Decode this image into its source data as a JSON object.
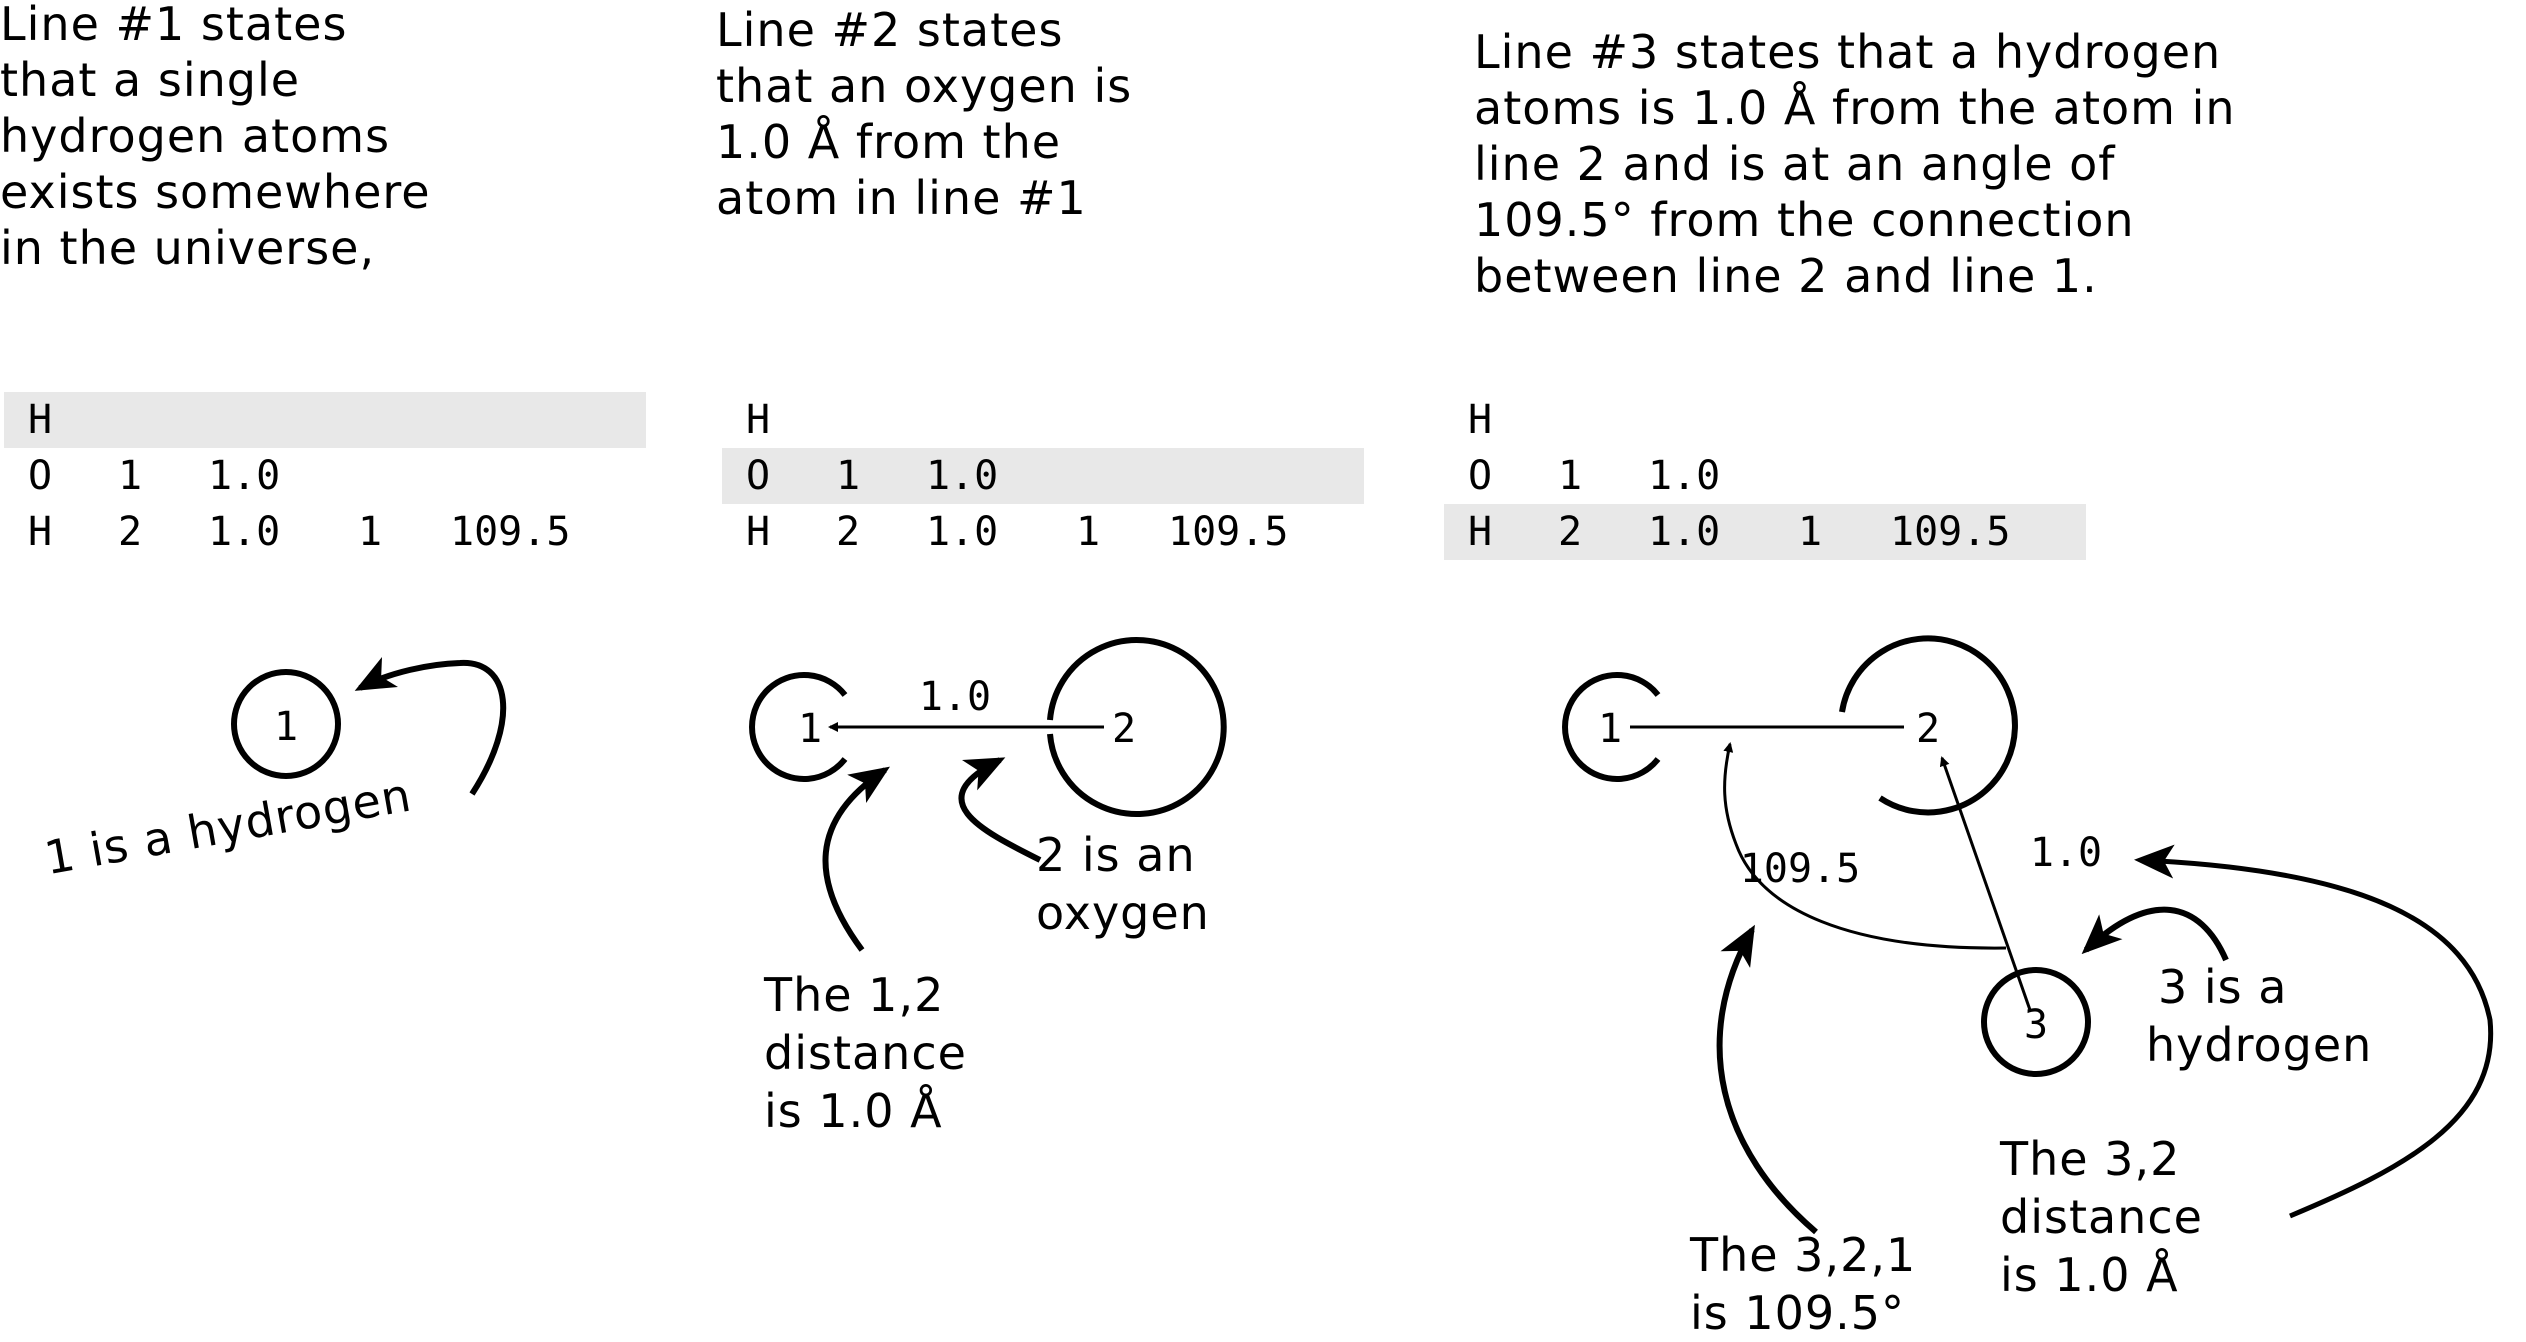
{
  "captions": [
    {
      "lines": [
        "Line #1 states",
        "that a single",
        "hydrogen atoms",
        "exists somewhere",
        "in the universe,"
      ]
    },
    {
      "lines": [
        "Line #2 states",
        "that an oxygen is",
        "1.0 Å from the",
        "atom in line #1"
      ]
    },
    {
      "lines": [
        "Line #3 states that a hydrogen",
        "atoms is 1.0 Å from the atom in",
        "line 2 and is at an angle of",
        "109.5° from the connection",
        "between line 2 and line 1."
      ]
    }
  ],
  "zmatrix": {
    "rows": [
      [
        "H",
        "",
        "",
        "",
        ""
      ],
      [
        "O",
        "1",
        "1.0",
        "",
        ""
      ],
      [
        "H",
        "2",
        "1.0",
        "1",
        "109.5"
      ]
    ],
    "highlighted_row_per_panel": [
      0,
      1,
      2
    ]
  },
  "diagram1": {
    "atom": "1",
    "label": [
      "1 is a hydrogen"
    ]
  },
  "diagram2": {
    "atom1": "1",
    "atom2": "2",
    "distance": "1.0",
    "label_oxygen": [
      "2 is an",
      "oxygen"
    ],
    "label_distance": [
      "The 1,2",
      "distance",
      "is 1.0 Å"
    ]
  },
  "diagram3": {
    "atom1": "1",
    "atom2": "2",
    "atom3": "3",
    "angle": "109.5",
    "distance": "1.0",
    "label_hydrogen": [
      "3 is a",
      "hydrogen"
    ],
    "label_distance": [
      "The 3,2",
      "distance",
      "is 1.0 Å"
    ],
    "label_angle": [
      "The 3,2,1",
      "is 109.5°"
    ]
  }
}
